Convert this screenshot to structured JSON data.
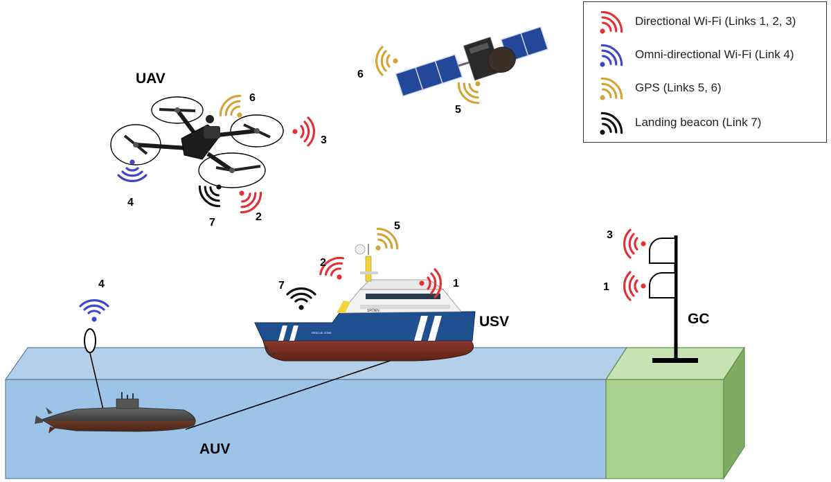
{
  "colors": {
    "directional": "#e23237",
    "omni": "#3f47c7",
    "gps": "#d4a437",
    "beacon": "#111111",
    "water_top": "#b4cfea",
    "water_front": "#9cc3e8",
    "ground_top": "#c6e4b3",
    "ground_front": "#a9d18e",
    "ground_side": "#7fab63"
  },
  "legend": [
    {
      "label": "Directional Wi-Fi (Links 1, 2, 3)",
      "icon": "wifi-directional-icon"
    },
    {
      "label": "Omni-directional Wi-Fi (Link 4)",
      "icon": "wifi-omni-icon"
    },
    {
      "label": "GPS (Links 5, 6)",
      "icon": "gps-signal-icon"
    },
    {
      "label": "Landing beacon (Link 7)",
      "icon": "landing-beacon-icon"
    }
  ],
  "vehicles": {
    "uav": "UAV",
    "usv": "USV",
    "auv": "AUV",
    "gc": "GC"
  },
  "link_numbers": {
    "uav_gps": "6",
    "uav_directional_gc": "3",
    "uav_omni": "4",
    "uav_beacon": "7",
    "uav_directional_usv": "2",
    "sat_uav": "6",
    "sat_usv": "5",
    "usv_gps": "5",
    "usv_directional_uav": "2",
    "usv_beacon": "7",
    "usv_directional_gc": "1",
    "auv_omni": "4",
    "gc_top": "3",
    "gc_bottom": "1"
  },
  "ship_texts": {
    "name": "SRÖEN",
    "hull": "RESCUE ZONE"
  }
}
